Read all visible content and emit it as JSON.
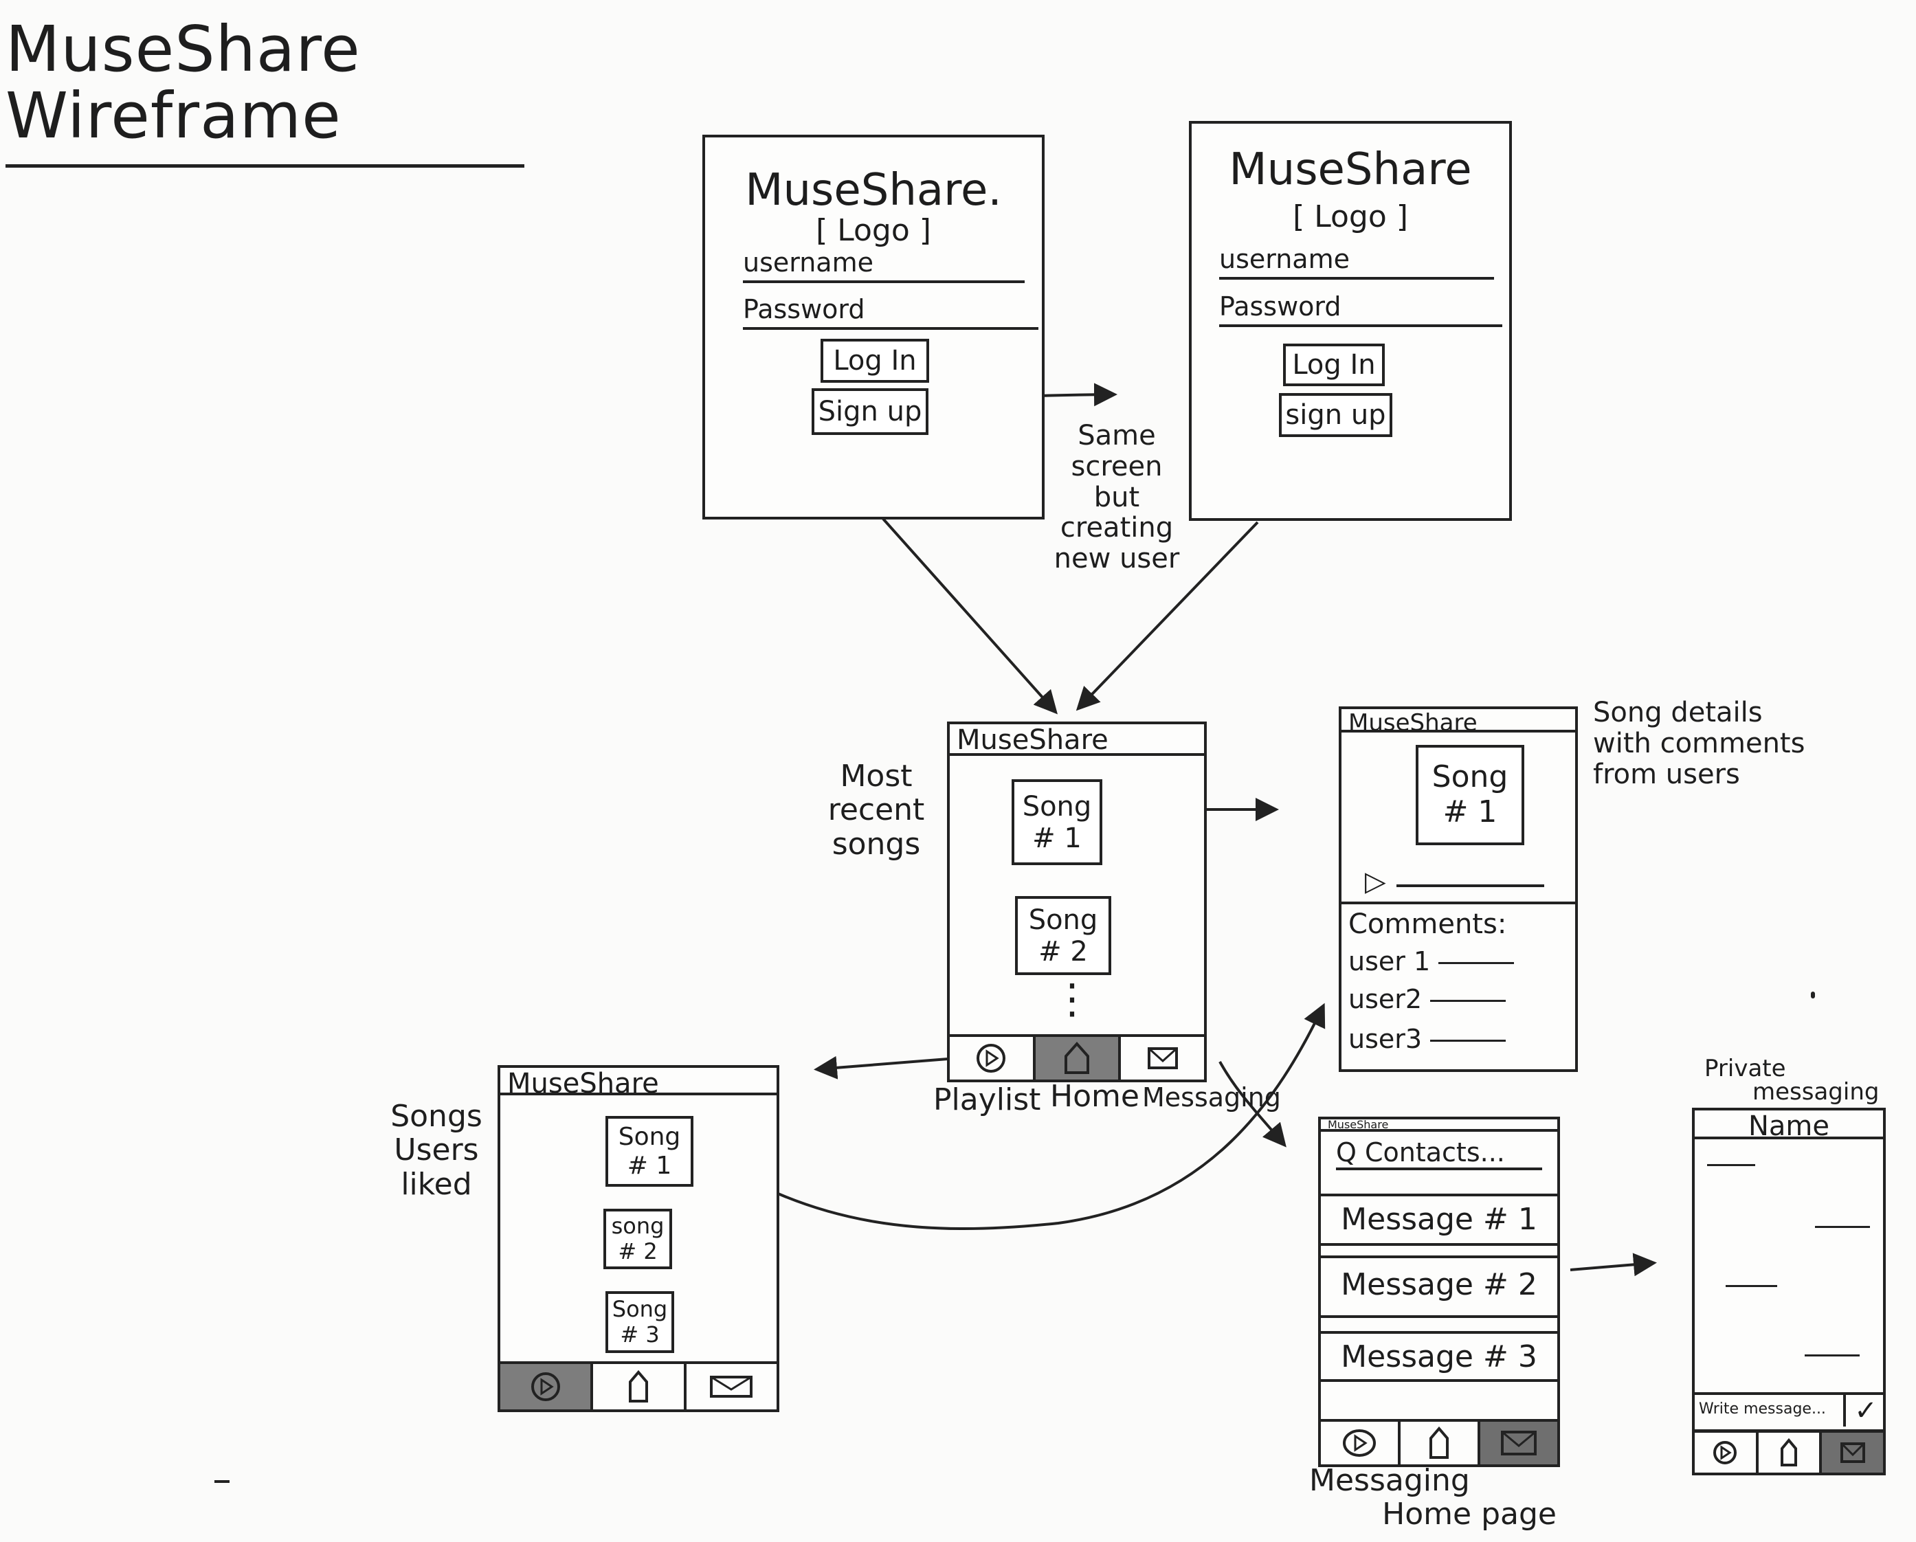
{
  "title": "MuseShare Wireframe",
  "login_screen": {
    "app_name": "MuseShare.",
    "logo": "[ Logo ]",
    "username": "username",
    "password": "Password",
    "login_button": "Log In",
    "signup_button": "Sign up"
  },
  "signup_screen": {
    "app_name": "MuseShare",
    "logo": "[ Logo ]",
    "username": "username",
    "password": "Password",
    "login_button": "Log In",
    "signup_button": "sign up"
  },
  "notes": {
    "same_screen": [
      "Same",
      "screen",
      "but creating",
      "new user"
    ],
    "most_recent": [
      "Most",
      "recent",
      "songs"
    ],
    "songs_liked": [
      "Songs",
      "Users",
      "liked"
    ],
    "song_details": [
      "Song details",
      "with comments",
      "from users"
    ],
    "private_messaging": [
      "Private",
      "messaging"
    ],
    "messaging_home": [
      "Messaging",
      "Home page"
    ]
  },
  "home_screen": {
    "header": "MuseShare",
    "songs": [
      {
        "line1": "Song",
        "line2": "# 1"
      },
      {
        "line1": "Song",
        "line2": "# 2"
      }
    ],
    "more": "⋮",
    "nav_labels": [
      "Playlist",
      "Home",
      "Messaging"
    ]
  },
  "song_detail_screen": {
    "header": "MuseShare",
    "song_line1": "Song",
    "song_line2": "# 1",
    "play_symbol": "▷",
    "comments_title": "Comments:",
    "comments": [
      "user 1",
      "user2",
      "user3"
    ]
  },
  "playlist_screen": {
    "header": "MuseShare",
    "songs": [
      {
        "line1": "Song",
        "line2": "# 1"
      },
      {
        "line1": "song",
        "line2": "# 2"
      },
      {
        "line1": "Song",
        "line2": "# 3"
      }
    ]
  },
  "messaging_screen": {
    "header": "MuseShare",
    "search": "Q Contacts...",
    "messages": [
      "Message # 1",
      "Message # 2",
      "Message # 3"
    ]
  },
  "private_screen": {
    "header": "Name",
    "write_placeholder": "Write message...",
    "send_symbol": "✓"
  }
}
